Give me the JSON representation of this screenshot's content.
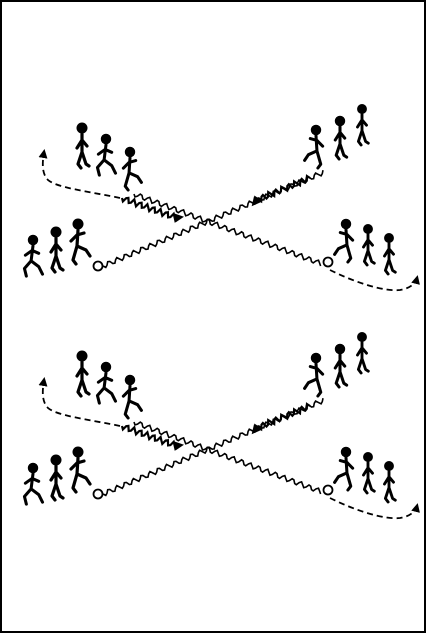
{
  "diagram": {
    "ink_color": "#000000",
    "background_color": "#ffffff",
    "panels": [
      {
        "label": ""
      },
      {
        "label": ""
      }
    ],
    "players_per_group": 3,
    "groups_per_panel": 4,
    "elements": {
      "player": "stick-figure-player-icon",
      "ball": "ball-icon",
      "pass": "wavy-pass-line",
      "run": "dashed-run-arrow",
      "dribble": "dribble-arrow"
    }
  }
}
